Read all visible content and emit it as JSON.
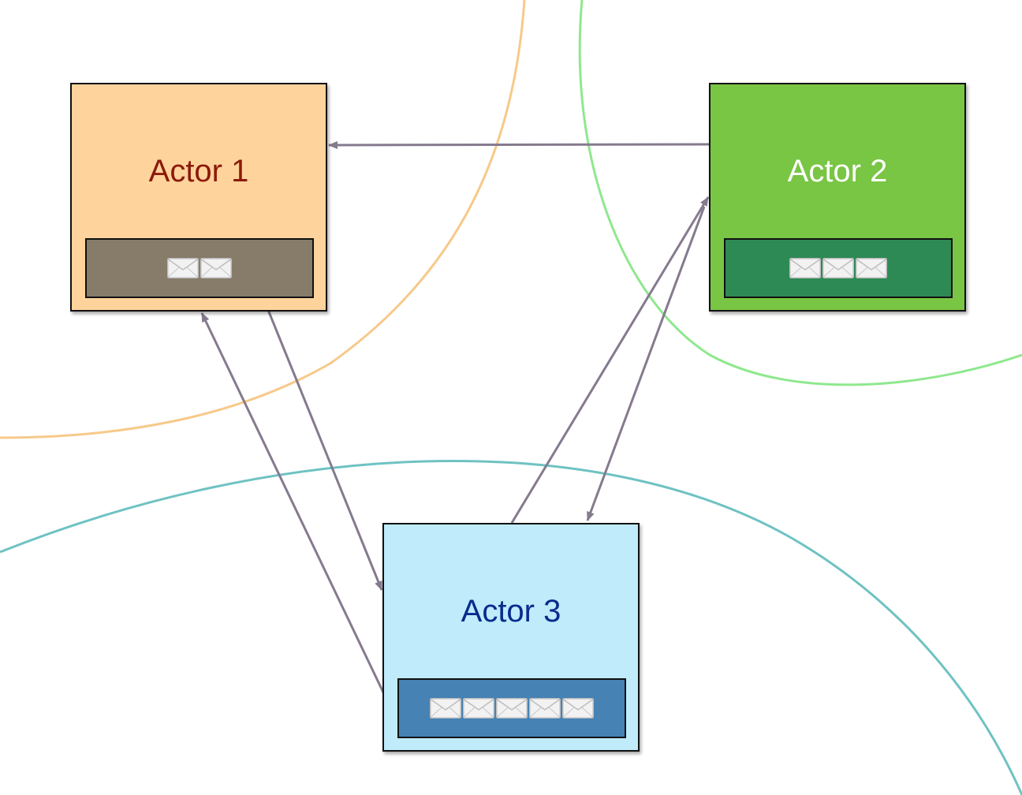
{
  "actors": [
    {
      "id": "actor-1",
      "label": "Actor 1",
      "fill": "#FFD39C",
      "text_color": "#8B1A0A",
      "mailbox_color": "#877B6A",
      "boundary_color": "#F7C98A",
      "queued_messages": 2
    },
    {
      "id": "actor-2",
      "label": "Actor 2",
      "fill": "#79C544",
      "text_color": "#FFFFFF",
      "mailbox_color": "#2E8A55",
      "boundary_color": "#8FE88E",
      "queued_messages": 3
    },
    {
      "id": "actor-3",
      "label": "Actor 3",
      "fill": "#BFEBFB",
      "text_color": "#0B2A8C",
      "mailbox_color": "#4682B4",
      "boundary_color": "#6FC2C2",
      "queued_messages": 5
    }
  ],
  "messages": [
    {
      "from": "Actor 2",
      "to": "Actor 1"
    },
    {
      "from": "Actor 1",
      "to": "Actor 3"
    },
    {
      "from": "Actor 3",
      "to": "Actor 1"
    },
    {
      "from": "Actor 3",
      "to": "Actor 2"
    },
    {
      "from": "Actor 2",
      "to": "Actor 3"
    }
  ],
  "arrow_color": "#857A8E",
  "icons": {
    "message": "envelope-icon",
    "arrow": "arrow-head-icon"
  }
}
